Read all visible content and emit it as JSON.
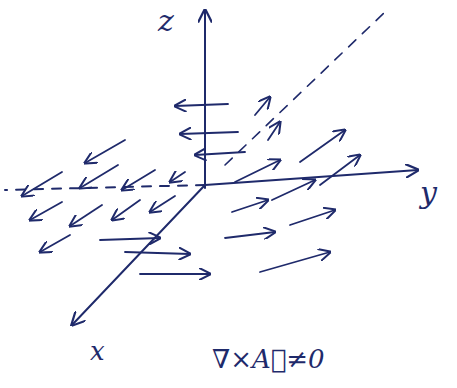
{
  "diagram": {
    "labels": [
      "z",
      "y",
      "x",
      "∇×A⃗≠0"
    ]
  }
}
